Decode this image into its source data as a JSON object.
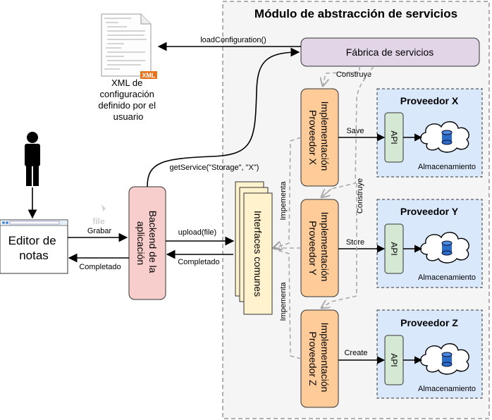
{
  "module": {
    "title": "Módulo de abstracción de servicios"
  },
  "factory": {
    "label": "Fábrica de servicios"
  },
  "xml_file": {
    "badge": "XML",
    "caption_lines": [
      "XML de",
      "configuración",
      "definido por el",
      "usuario"
    ]
  },
  "editor": {
    "label_lines": [
      "Editor de",
      "notas"
    ]
  },
  "backend": {
    "label_lines": [
      "Backend de la",
      "aplicación"
    ]
  },
  "interfaces": {
    "label": "Interfaces comunes"
  },
  "file_icon": {
    "label": "file"
  },
  "arrows": {
    "load_configuration": "loadConfiguration()",
    "get_service": "getService(\"Storage\", \"X\")",
    "grabar": "Grabar",
    "completado_editor": "Completado",
    "upload": "upload(file)",
    "completado_backend": "Completado",
    "construye_top": "Construye",
    "construye_side": "Construye",
    "implementa_1": "Impementa",
    "implementa_2": "Impementa",
    "save": "Save",
    "store": "Store",
    "create": "Create"
  },
  "implementations": [
    {
      "label_lines": [
        "Implementación",
        "Proveedor X"
      ]
    },
    {
      "label_lines": [
        "Implementación",
        "Proveedor Y"
      ]
    },
    {
      "label_lines": [
        "Implementación",
        "Proveedor Z"
      ]
    }
  ],
  "providers": [
    {
      "title": "Proveedor X",
      "api": "API",
      "storage": "Almacenamiento"
    },
    {
      "title": "Proveedor Y",
      "api": "API",
      "storage": "Almacenamiento"
    },
    {
      "title": "Proveedor Z",
      "api": "API",
      "storage": "Almacenamiento"
    }
  ],
  "colors": {
    "factory_fill": "#e1d5e7",
    "factory_stroke": "#9673a6",
    "impl_fill": "#ffcc99",
    "impl_stroke": "#d79b00",
    "backend_fill": "#f8cecc",
    "backend_stroke": "#b85450",
    "provider_fill": "#dae8fc",
    "provider_stroke": "#6c8ebf",
    "api_fill": "#d5e8d4",
    "api_stroke": "#82b366",
    "iface_fill": "#fff2cc",
    "iface_stroke": "#d6b656",
    "module_fill": "#f5f5f5",
    "xml_badge": "#e8711c"
  }
}
